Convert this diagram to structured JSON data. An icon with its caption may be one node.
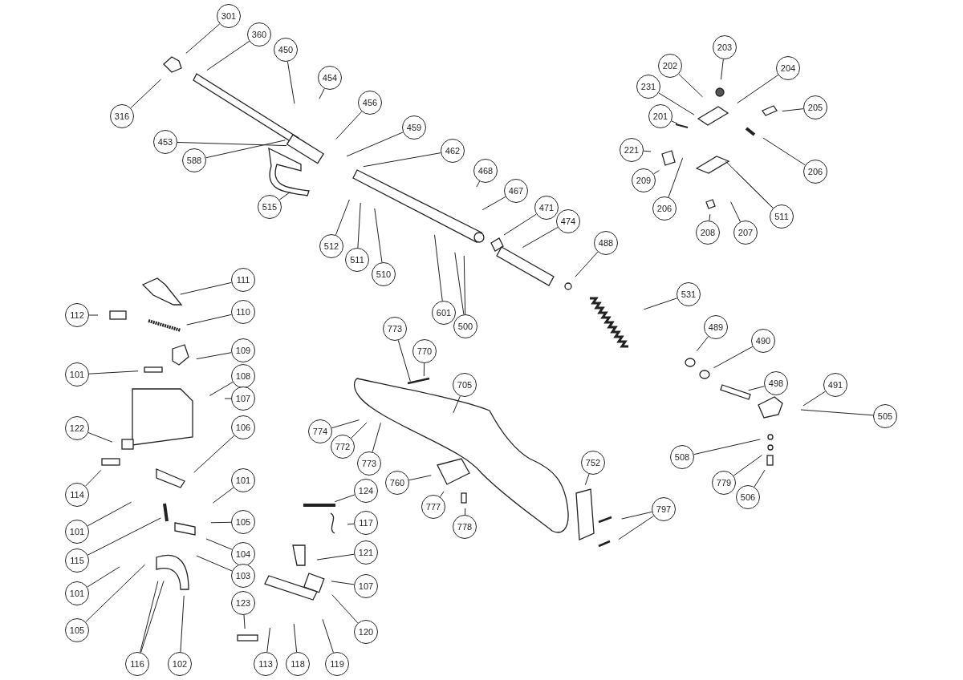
{
  "diagram": {
    "nodes": [
      {
        "text": [
          "301"
        ]
      },
      {
        "text": [
          "360"
        ]
      },
      {
        "text": [
          "316"
        ]
      },
      {
        "text": [
          "450"
        ]
      },
      {
        "text": [
          "454"
        ]
      },
      {
        "text": [
          "456"
        ]
      },
      {
        "text": [
          "453"
        ]
      },
      {
        "text": [
          "588"
        ]
      },
      {
        "text": [
          "459"
        ]
      },
      {
        "text": [
          "462"
        ]
      },
      {
        "text": [
          "468"
        ]
      },
      {
        "text": [
          "467"
        ]
      },
      {
        "text": [
          "515"
        ]
      },
      {
        "text": [
          "512"
        ]
      },
      {
        "text": [
          "511"
        ]
      },
      {
        "text": [
          "510"
        ]
      },
      {
        "text": [
          "471"
        ]
      },
      {
        "text": [
          "474"
        ]
      },
      {
        "text": [
          "601"
        ]
      },
      {
        "text": [
          "500"
        ]
      },
      {
        "text": [
          "488"
        ]
      },
      {
        "text": [
          "531"
        ]
      },
      {
        "text": [
          "489"
        ]
      },
      {
        "text": [
          "490"
        ]
      },
      {
        "text": [
          "498"
        ]
      },
      {
        "text": [
          "491"
        ]
      },
      {
        "text": [
          "505"
        ]
      },
      {
        "text": [
          "508"
        ]
      },
      {
        "text": [
          "779"
        ]
      },
      {
        "text": [
          "506"
        ]
      },
      {
        "text": [
          "203"
        ]
      },
      {
        "text": [
          "202"
        ]
      },
      {
        "text": [
          "204"
        ]
      },
      {
        "text": [
          "205"
        ]
      },
      {
        "text": [
          "231"
        ]
      },
      {
        "text": [
          "201"
        ]
      },
      {
        "text": [
          "206"
        ]
      },
      {
        "text": [
          "221"
        ]
      },
      {
        "text": [
          "209"
        ]
      },
      {
        "text": [
          "206"
        ]
      },
      {
        "text": [
          "511"
        ]
      },
      {
        "text": [
          "208"
        ]
      },
      {
        "text": [
          "207"
        ]
      },
      {
        "text": [
          "111"
        ]
      },
      {
        "text": [
          "112"
        ]
      },
      {
        "text": [
          "110"
        ]
      },
      {
        "text": [
          "109"
        ]
      },
      {
        "text": [
          "101"
        ]
      },
      {
        "text": [
          "108"
        ]
      },
      {
        "text": [
          "107"
        ]
      },
      {
        "text": [
          "122"
        ]
      },
      {
        "text": [
          "106"
        ]
      },
      {
        "text": [
          "114"
        ]
      },
      {
        "text": [
          "101"
        ]
      },
      {
        "text": [
          "101"
        ]
      },
      {
        "text": [
          "105"
        ]
      },
      {
        "text": [
          "115"
        ]
      },
      {
        "text": [
          "104"
        ]
      },
      {
        "text": [
          "103"
        ]
      },
      {
        "text": [
          "101"
        ]
      },
      {
        "text": [
          "105"
        ]
      },
      {
        "text": [
          "116"
        ]
      },
      {
        "text": [
          "102"
        ]
      },
      {
        "text": [
          "123"
        ]
      },
      {
        "text": [
          "113"
        ]
      },
      {
        "text": [
          "118"
        ]
      },
      {
        "text": [
          "119"
        ]
      },
      {
        "text": [
          "120"
        ]
      },
      {
        "text": [
          "107"
        ]
      },
      {
        "text": [
          "121"
        ]
      },
      {
        "text": [
          "117"
        ]
      },
      {
        "text": [
          "124"
        ]
      },
      {
        "text": [
          "773"
        ]
      },
      {
        "text": [
          "770"
        ]
      },
      {
        "text": [
          "705"
        ]
      },
      {
        "text": [
          "774"
        ]
      },
      {
        "text": [
          "772"
        ]
      },
      {
        "text": [
          "773"
        ]
      },
      {
        "text": [
          "760"
        ]
      },
      {
        "text": [
          "777"
        ]
      },
      {
        "text": [
          "778"
        ]
      },
      {
        "text": [
          "752"
        ]
      },
      {
        "text": [
          "797"
        ]
      }
    ],
    "edges": [
      {
        "from": 0,
        "to": null,
        "arrow": "none"
      },
      {
        "from": 1,
        "to": null,
        "arrow": "none"
      },
      {
        "from": 2,
        "to": null,
        "arrow": "none"
      },
      {
        "from": 3,
        "to": null,
        "arrow": "none"
      },
      {
        "from": 4,
        "to": null,
        "arrow": "none"
      },
      {
        "from": 5,
        "to": null,
        "arrow": "none"
      },
      {
        "from": 6,
        "to": null,
        "arrow": "none"
      },
      {
        "from": 7,
        "to": null,
        "arrow": "none"
      },
      {
        "from": 8,
        "to": null,
        "arrow": "none"
      },
      {
        "from": 9,
        "to": null,
        "arrow": "none"
      },
      {
        "from": 10,
        "to": null,
        "arrow": "none"
      },
      {
        "from": 11,
        "to": null,
        "arrow": "none"
      },
      {
        "from": 12,
        "to": null,
        "arrow": "none"
      },
      {
        "from": 13,
        "to": null,
        "arrow": "none"
      },
      {
        "from": 14,
        "to": null,
        "arrow": "none"
      },
      {
        "from": 15,
        "to": null,
        "arrow": "none"
      },
      {
        "from": 16,
        "to": null,
        "arrow": "none"
      },
      {
        "from": 17,
        "to": null,
        "arrow": "none"
      },
      {
        "from": 18,
        "to": null,
        "arrow": "none"
      },
      {
        "from": 19,
        "to": null,
        "arrow": "none"
      },
      {
        "from": 19,
        "to": null,
        "arrow": "none"
      },
      {
        "from": 20,
        "to": null,
        "arrow": "none"
      },
      {
        "from": 21,
        "to": null,
        "arrow": "none"
      },
      {
        "from": 22,
        "to": null,
        "arrow": "none"
      },
      {
        "from": 23,
        "to": null,
        "arrow": "none"
      },
      {
        "from": 24,
        "to": null,
        "arrow": "none"
      },
      {
        "from": 25,
        "to": null,
        "arrow": "none"
      },
      {
        "from": 26,
        "to": null,
        "arrow": "none"
      },
      {
        "from": 27,
        "to": null,
        "arrow": "none"
      },
      {
        "from": 28,
        "to": null,
        "arrow": "none"
      },
      {
        "from": 29,
        "to": null,
        "arrow": "none"
      },
      {
        "from": 30,
        "to": null,
        "arrow": "none"
      },
      {
        "from": 31,
        "to": null,
        "arrow": "none"
      },
      {
        "from": 32,
        "to": null,
        "arrow": "none"
      },
      {
        "from": 33,
        "to": null,
        "arrow": "none"
      },
      {
        "from": 34,
        "to": null,
        "arrow": "none"
      },
      {
        "from": 35,
        "to": null,
        "arrow": "none"
      },
      {
        "from": 36,
        "to": null,
        "arrow": "none"
      },
      {
        "from": 37,
        "to": null,
        "arrow": "none"
      },
      {
        "from": 38,
        "to": null,
        "arrow": "none"
      },
      {
        "from": 39,
        "to": null,
        "arrow": "none"
      },
      {
        "from": 40,
        "to": null,
        "arrow": "none"
      },
      {
        "from": 40,
        "to": null,
        "arrow": "none"
      },
      {
        "from": 41,
        "to": null,
        "arrow": "none"
      },
      {
        "from": 42,
        "to": null,
        "arrow": "none"
      },
      {
        "from": 43,
        "to": null,
        "arrow": "none"
      },
      {
        "from": 44,
        "to": null,
        "arrow": "none"
      },
      {
        "from": 45,
        "to": null,
        "arrow": "none"
      },
      {
        "from": 46,
        "to": null,
        "arrow": "none"
      },
      {
        "from": 47,
        "to": null,
        "arrow": "none"
      },
      {
        "from": 48,
        "to": null,
        "arrow": "none"
      },
      {
        "from": 49,
        "to": null,
        "arrow": "none"
      },
      {
        "from": 50,
        "to": null,
        "arrow": "none"
      },
      {
        "from": 51,
        "to": null,
        "arrow": "none"
      },
      {
        "from": 52,
        "to": null,
        "arrow": "none"
      },
      {
        "from": 53,
        "to": null,
        "arrow": "none"
      },
      {
        "from": 54,
        "to": null,
        "arrow": "none"
      },
      {
        "from": 55,
        "to": null,
        "arrow": "none"
      },
      {
        "from": 56,
        "to": null,
        "arrow": "none"
      },
      {
        "from": 57,
        "to": null,
        "arrow": "none"
      },
      {
        "from": 58,
        "to": null,
        "arrow": "none"
      },
      {
        "from": 59,
        "to": null,
        "arrow": "none"
      },
      {
        "from": 60,
        "to": null,
        "arrow": "none"
      },
      {
        "from": 61,
        "to": null,
        "arrow": "none"
      },
      {
        "from": 61,
        "to": null,
        "arrow": "none"
      },
      {
        "from": 62,
        "to": null,
        "arrow": "none"
      },
      {
        "from": 63,
        "to": null,
        "arrow": "none"
      },
      {
        "from": 64,
        "to": null,
        "arrow": "none"
      },
      {
        "from": 65,
        "to": null,
        "arrow": "none"
      },
      {
        "from": 66,
        "to": null,
        "arrow": "none"
      },
      {
        "from": 67,
        "to": null,
        "arrow": "none"
      },
      {
        "from": 68,
        "to": null,
        "arrow": "none"
      },
      {
        "from": 69,
        "to": null,
        "arrow": "none"
      },
      {
        "from": 70,
        "to": null,
        "arrow": "none"
      },
      {
        "from": 71,
        "to": null,
        "arrow": "none"
      },
      {
        "from": 72,
        "to": null,
        "arrow": "none"
      },
      {
        "from": 73,
        "to": null,
        "arrow": "none"
      },
      {
        "from": 74,
        "to": null,
        "arrow": "none"
      },
      {
        "from": 75,
        "to": null,
        "arrow": "none"
      },
      {
        "from": 76,
        "to": null,
        "arrow": "none"
      },
      {
        "from": 77,
        "to": null,
        "arrow": "none"
      },
      {
        "from": 78,
        "to": null,
        "arrow": "none"
      },
      {
        "from": 79,
        "to": null,
        "arrow": "none"
      },
      {
        "from": 80,
        "to": null,
        "arrow": "none"
      },
      {
        "from": 81,
        "to": null,
        "arrow": "none"
      },
      {
        "from": 82,
        "to": null,
        "arrow": "none"
      },
      {
        "from": 82,
        "to": null,
        "arrow": "none"
      }
    ]
  }
}
